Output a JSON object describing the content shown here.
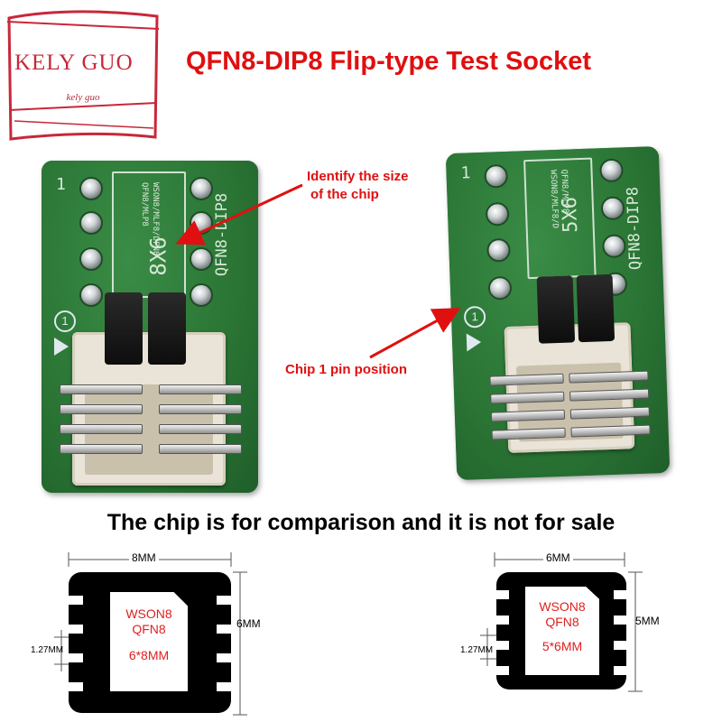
{
  "logo": {
    "name": "KELY GUO",
    "signature": "kely guo"
  },
  "title": "QFN8-DIP8 Flip-type Test Socket",
  "annotations": {
    "size_note": [
      "Identify the size",
      "of the chip"
    ],
    "pin_note": "Chip 1 pin position"
  },
  "boards": [
    {
      "pin1": "1",
      "silk_lines": [
        "WSON8/MLF8/DFN8",
        "QFN8/MLP8"
      ],
      "size": "8X6",
      "model": "QFN8-DIP8",
      "circle": "1"
    },
    {
      "pin1": "1",
      "silk_lines": [
        "QFN8/MLP8",
        "WSON8/MLF8/D"
      ],
      "size": "5X6",
      "model": "QFN8-DIP8",
      "circle": "1"
    }
  ],
  "caption": "The chip is for comparison and it is not for sale",
  "chips": [
    {
      "width_label": "8MM",
      "height_label": "6MM",
      "pitch_label": "1.27MM",
      "type_lines": [
        "WSON8",
        "QFN8"
      ],
      "size": "6*8MM"
    },
    {
      "width_label": "6MM",
      "height_label": "5MM",
      "pitch_label": "1.27MM",
      "type_lines": [
        "WSON8",
        "QFN8"
      ],
      "size": "5*6MM"
    }
  ],
  "colors": {
    "accent_red": "#e01010",
    "pcb_green": "#2c7a38",
    "logo_red": "#c8283a"
  }
}
